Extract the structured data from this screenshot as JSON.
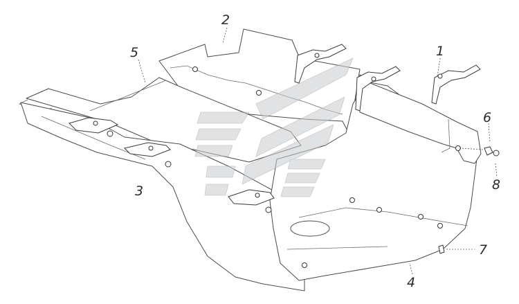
{
  "callouts": {
    "c1": "1",
    "c2": "2",
    "c3": "3",
    "c4": "4",
    "c5": "5",
    "c6": "6",
    "c7": "7",
    "c8": "8"
  },
  "colors": {
    "line": "#4a4a4a",
    "background": "#ffffff",
    "watermark": "#c9ccce"
  },
  "icons": {
    "watermark": "kamaz-logo-watermark"
  }
}
